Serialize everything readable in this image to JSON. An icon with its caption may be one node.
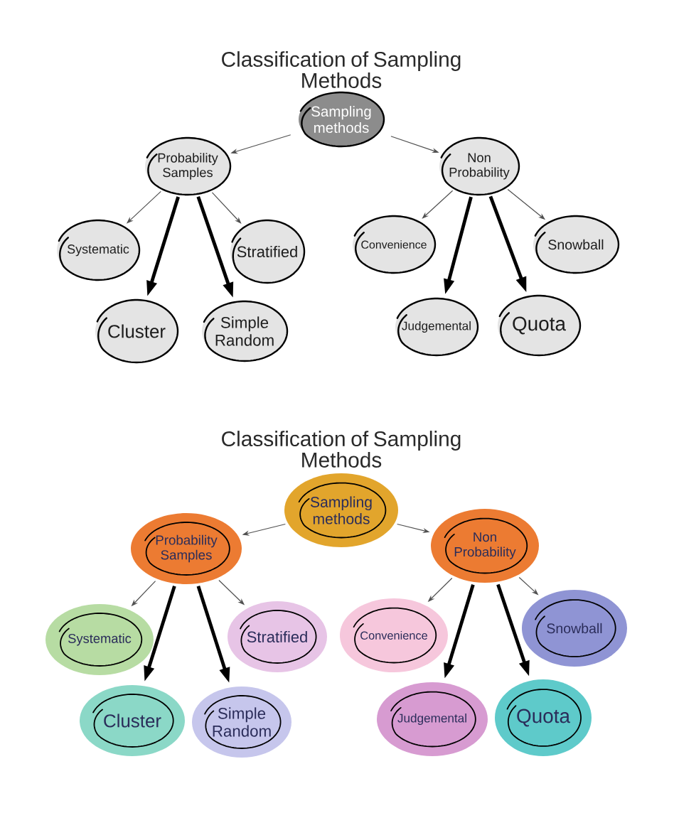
{
  "diagram": {
    "title": "Classification of Sampling Methods",
    "nodes": [
      {
        "text": [
          "Sampling methods"
        ]
      },
      {
        "text": [
          "Probability Samples"
        ]
      },
      {
        "text": [
          "Non Probability"
        ]
      },
      {
        "text": [
          "Systematic"
        ]
      },
      {
        "text": [
          "Stratified"
        ]
      },
      {
        "text": [
          "Convenience"
        ]
      },
      {
        "text": [
          "Snowball"
        ]
      },
      {
        "text": [
          "Cluster"
        ]
      },
      {
        "text": [
          "Simple Random"
        ]
      },
      {
        "text": [
          "Judgemental"
        ]
      },
      {
        "text": [
          "Quota"
        ]
      },
      {
        "text": [
          "Sampling methods"
        ]
      },
      {
        "text": [
          "Probability Samples"
        ]
      },
      {
        "text": [
          "Non Probability"
        ]
      },
      {
        "text": [
          "Systematic"
        ]
      },
      {
        "text": [
          "Stratified"
        ]
      },
      {
        "text": [
          "Convenience"
        ]
      },
      {
        "text": [
          "Snowball"
        ]
      },
      {
        "text": [
          "Cluster"
        ]
      },
      {
        "text": [
          "Simple Random"
        ]
      },
      {
        "text": [
          "Judgemental"
        ]
      },
      {
        "text": [
          "Quota"
        ]
      }
    ],
    "edges": [
      {
        "from": 0,
        "to": 1,
        "arrow": "to"
      },
      {
        "from": 0,
        "to": 2,
        "arrow": "to"
      },
      {
        "from": 1,
        "to": 3,
        "arrow": "to"
      },
      {
        "from": 1,
        "to": 7,
        "arrow": "to",
        "style": "thick",
        "color": "#000000"
      },
      {
        "from": 1,
        "to": 8,
        "arrow": "to",
        "style": "thick",
        "color": "#000000"
      },
      {
        "from": 1,
        "to": 4,
        "arrow": "to"
      },
      {
        "from": 2,
        "to": 5,
        "arrow": "to"
      },
      {
        "from": 2,
        "to": 9,
        "arrow": "to",
        "style": "thick",
        "color": "#000000"
      },
      {
        "from": 2,
        "to": 10,
        "arrow": "to",
        "style": "thick",
        "color": "#000000"
      },
      {
        "from": 2,
        "to": 6,
        "arrow": "to"
      },
      {
        "from": 11,
        "to": 12,
        "arrow": "to"
      },
      {
        "from": 11,
        "to": 13,
        "arrow": "to"
      },
      {
        "from": 12,
        "to": 14,
        "arrow": "to"
      },
      {
        "from": 12,
        "to": 18,
        "arrow": "to",
        "style": "thick",
        "color": "#000000"
      },
      {
        "from": 12,
        "to": 19,
        "arrow": "to",
        "style": "thick",
        "color": "#000000"
      },
      {
        "from": 12,
        "to": 15,
        "arrow": "to"
      },
      {
        "from": 13,
        "to": 16,
        "arrow": "to"
      },
      {
        "from": 13,
        "to": 20,
        "arrow": "to",
        "style": "thick",
        "color": "#000000"
      },
      {
        "from": 13,
        "to": 21,
        "arrow": "to",
        "style": "thick",
        "color": "#000000"
      },
      {
        "from": 13,
        "to": 17,
        "arrow": "to"
      }
    ],
    "labels": [
      "Classification of Sampling Methods"
    ]
  }
}
